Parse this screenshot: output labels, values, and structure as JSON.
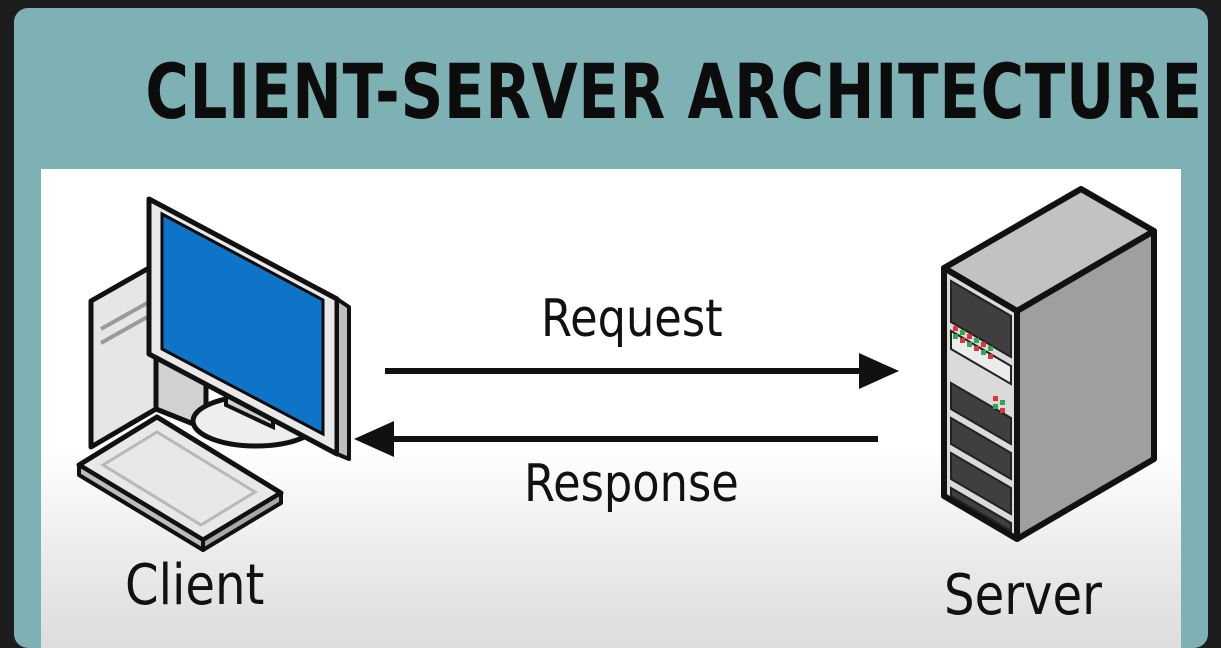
{
  "title": "CLIENT-SERVER ARCHITECTURE",
  "diagram": {
    "request_label": "Request",
    "response_label": "Response",
    "client_label": "Client",
    "server_label": "Server"
  },
  "colors": {
    "frame": "#7eb1b4",
    "screen": "#0e74c8",
    "server_body": "#9f9f9f",
    "server_top": "#c2c2c2",
    "led_red": "#d9363e",
    "led_green": "#2fa84f"
  },
  "icons": [
    "desktop-computer-icon",
    "server-tower-icon",
    "arrow-right-icon",
    "arrow-left-icon"
  ]
}
